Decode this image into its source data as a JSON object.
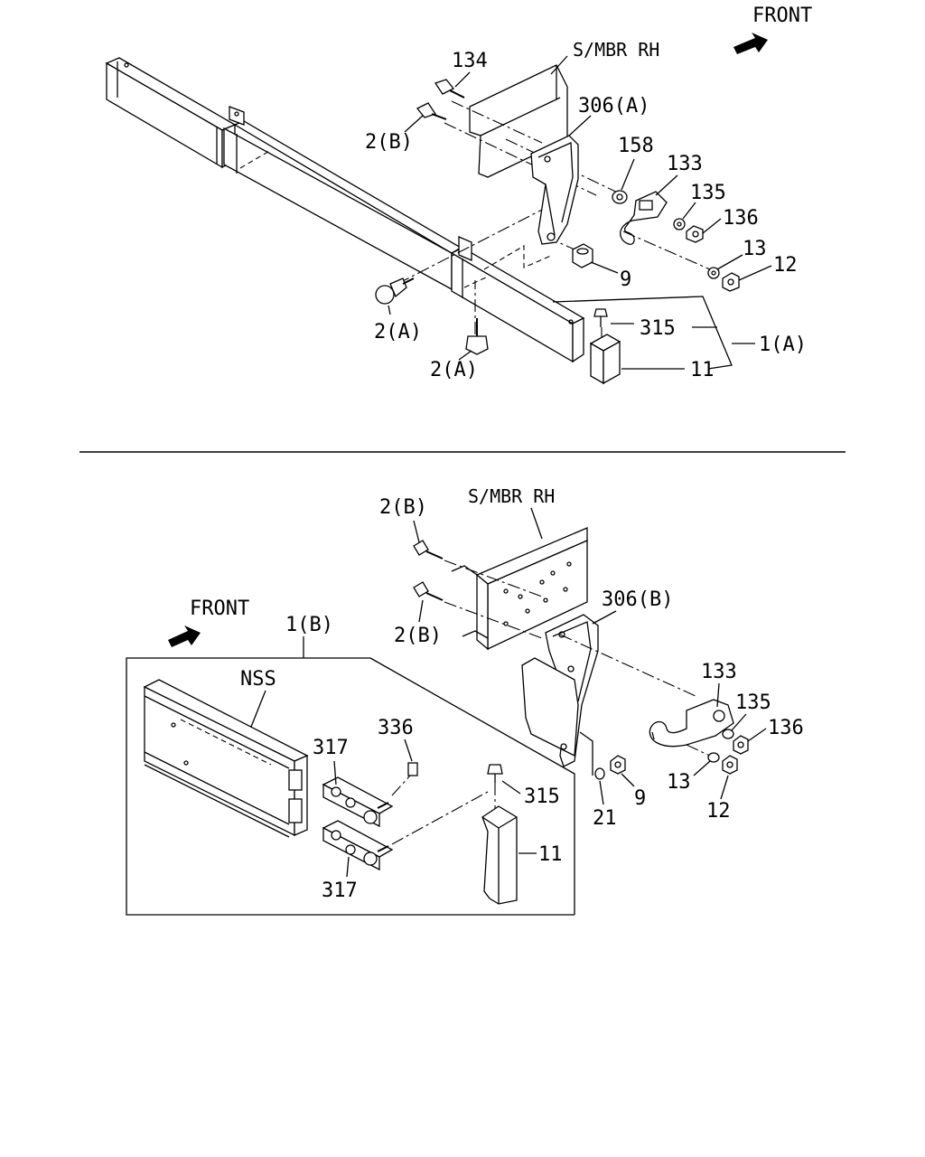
{
  "top": {
    "front": "FRONT",
    "smbr": "S/MBR RH",
    "l134": "134",
    "l2b": "2(B)",
    "l306a": "306(A)",
    "l158": "158",
    "l133": "133",
    "l135": "135",
    "l136": "136",
    "l13": "13",
    "l12": "12",
    "l9": "9",
    "l2a1": "2(A)",
    "l2a2": "2(A)",
    "l315": "315",
    "l1a": "1(A)",
    "l11": "11"
  },
  "bottom": {
    "l2b1": "2(B)",
    "smbr": "S/MBR RH",
    "l2b2": "2(B)",
    "l306b": "306(B)",
    "front": "FRONT",
    "l1b": "1(B)",
    "nss": "NSS",
    "l336": "336",
    "l317a": "317",
    "l317b": "317",
    "l133": "133",
    "l135": "135",
    "l136": "136",
    "l13": "13",
    "l12": "12",
    "l9": "9",
    "l21": "21",
    "l315": "315",
    "l11": "11"
  }
}
